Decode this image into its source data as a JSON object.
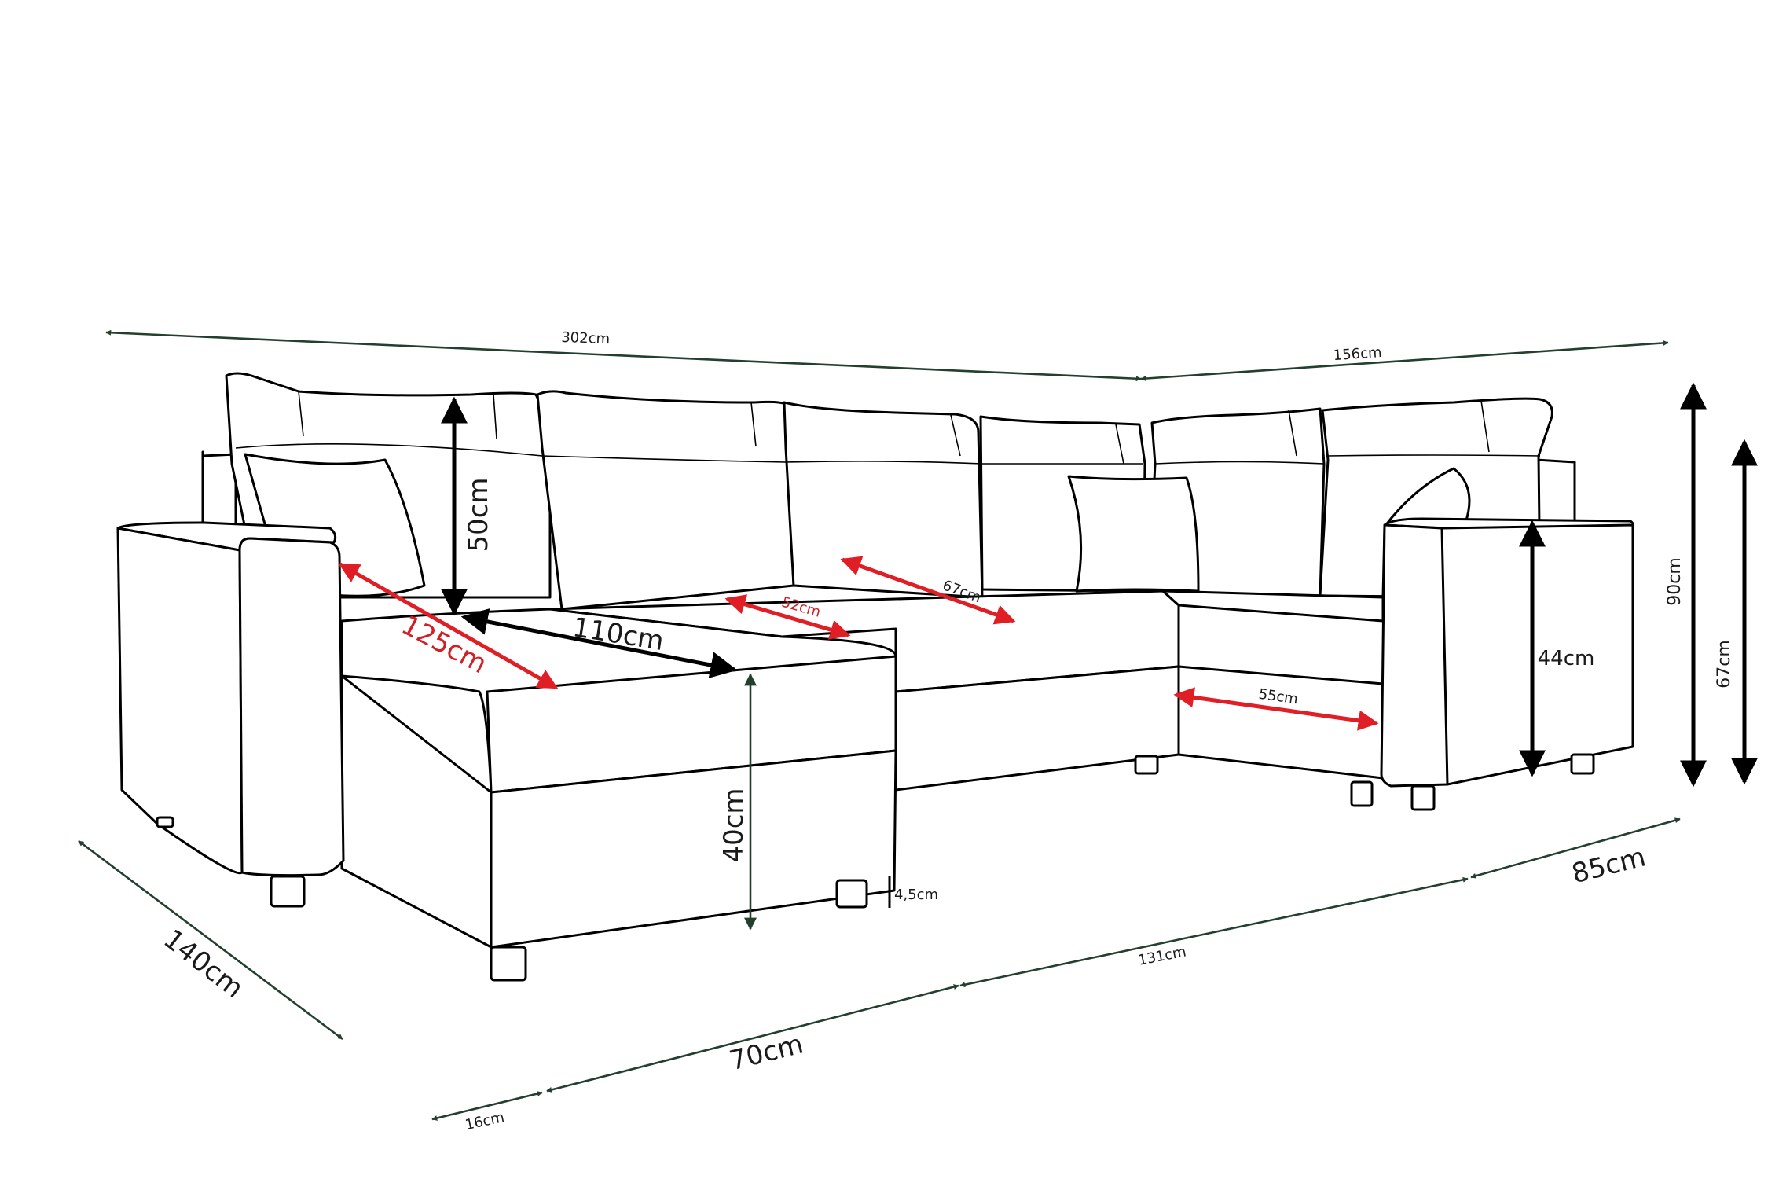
{
  "colors": {
    "outline": "#000000",
    "dimension_green": "#233f2d",
    "dimension_red": "#e01e25",
    "dimension_black": "#000000",
    "background": "#ffffff"
  },
  "dimensions": {
    "total_length": "302cm",
    "right_side_length": "156cm",
    "total_height": "90cm",
    "armrest_height": "67cm",
    "backrest_height": "50cm",
    "chaise_length": "110cm",
    "chaise_diagonal": "125cm",
    "seat_depth_small": "52cm",
    "seat_depth_middle": "67cm",
    "seat_depth_right": "55cm",
    "right_armrest_height": "44cm",
    "seat_height": "40cm",
    "leg_height": "4,5cm",
    "left_depth": "140cm",
    "bottom_small": "16cm",
    "bottom_chaise": "70cm",
    "bottom_middle": "131cm",
    "bottom_right": "85cm"
  }
}
